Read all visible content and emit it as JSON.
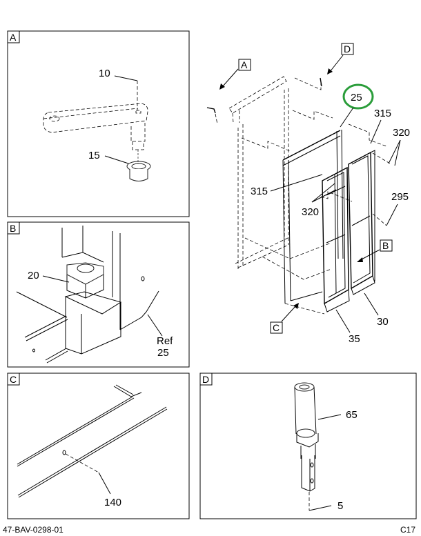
{
  "diagram": {
    "type": "exploded parts diagram",
    "highlight_color": "#2a9d3a",
    "highlighted_callout": "25",
    "main_view": {
      "view_refs": [
        "A",
        "D",
        "B",
        "C"
      ],
      "callouts": [
        "25",
        "315",
        "320",
        "315",
        "320",
        "295",
        "30",
        "35"
      ]
    },
    "detail_panels": [
      {
        "id": "A",
        "callouts": [
          "10",
          "15"
        ]
      },
      {
        "id": "B",
        "callouts": [
          "20"
        ],
        "ref_label": "Ref",
        "ref_number": "25"
      },
      {
        "id": "C",
        "callouts": [
          "140"
        ]
      },
      {
        "id": "D",
        "callouts": [
          "65",
          "5"
        ]
      }
    ],
    "footer": {
      "drawing_number": "47-BAV-0298-01",
      "page_code": "C17"
    }
  }
}
